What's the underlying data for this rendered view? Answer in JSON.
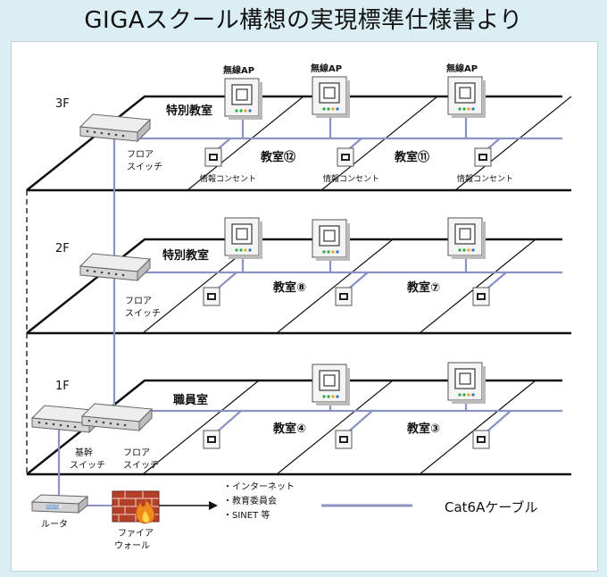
{
  "heading": "GIGAスクール構想の実現標準仕様書より",
  "floors": {
    "f3": {
      "label": "3F",
      "switch_label_1": "フロア",
      "switch_label_2": "スイッチ",
      "ap_label": "無線AP",
      "special_room": "特別教室",
      "room_a": "教室⑫",
      "room_b": "教室⑪",
      "outlet": "情報コンセント"
    },
    "f2": {
      "label": "2F",
      "switch_label_1": "フロア",
      "switch_label_2": "スイッチ",
      "special_room": "特別教室",
      "room_a": "教室⑧",
      "room_b": "教室⑦"
    },
    "f1": {
      "label": "1F",
      "core_label_1": "基幹",
      "core_label_2": "スイッチ",
      "switch_label_1": "フロア",
      "switch_label_2": "スイッチ",
      "staff_room": "職員室",
      "room_a": "教室④",
      "room_b": "教室③"
    }
  },
  "bottom": {
    "router": "ルータ",
    "router_badge": "ROUTER",
    "firewall_1": "ファイア",
    "firewall_2": "ウォール",
    "ext_1": "・インターネット",
    "ext_2": "・教育委員会",
    "ext_3": "・SINET 等",
    "legend": "Cat6Aケーブル"
  },
  "colors": {
    "cable": "#8a93c4",
    "floor_line": "#111111",
    "firewall": "#b5402a",
    "flame": "#f08a1c"
  }
}
